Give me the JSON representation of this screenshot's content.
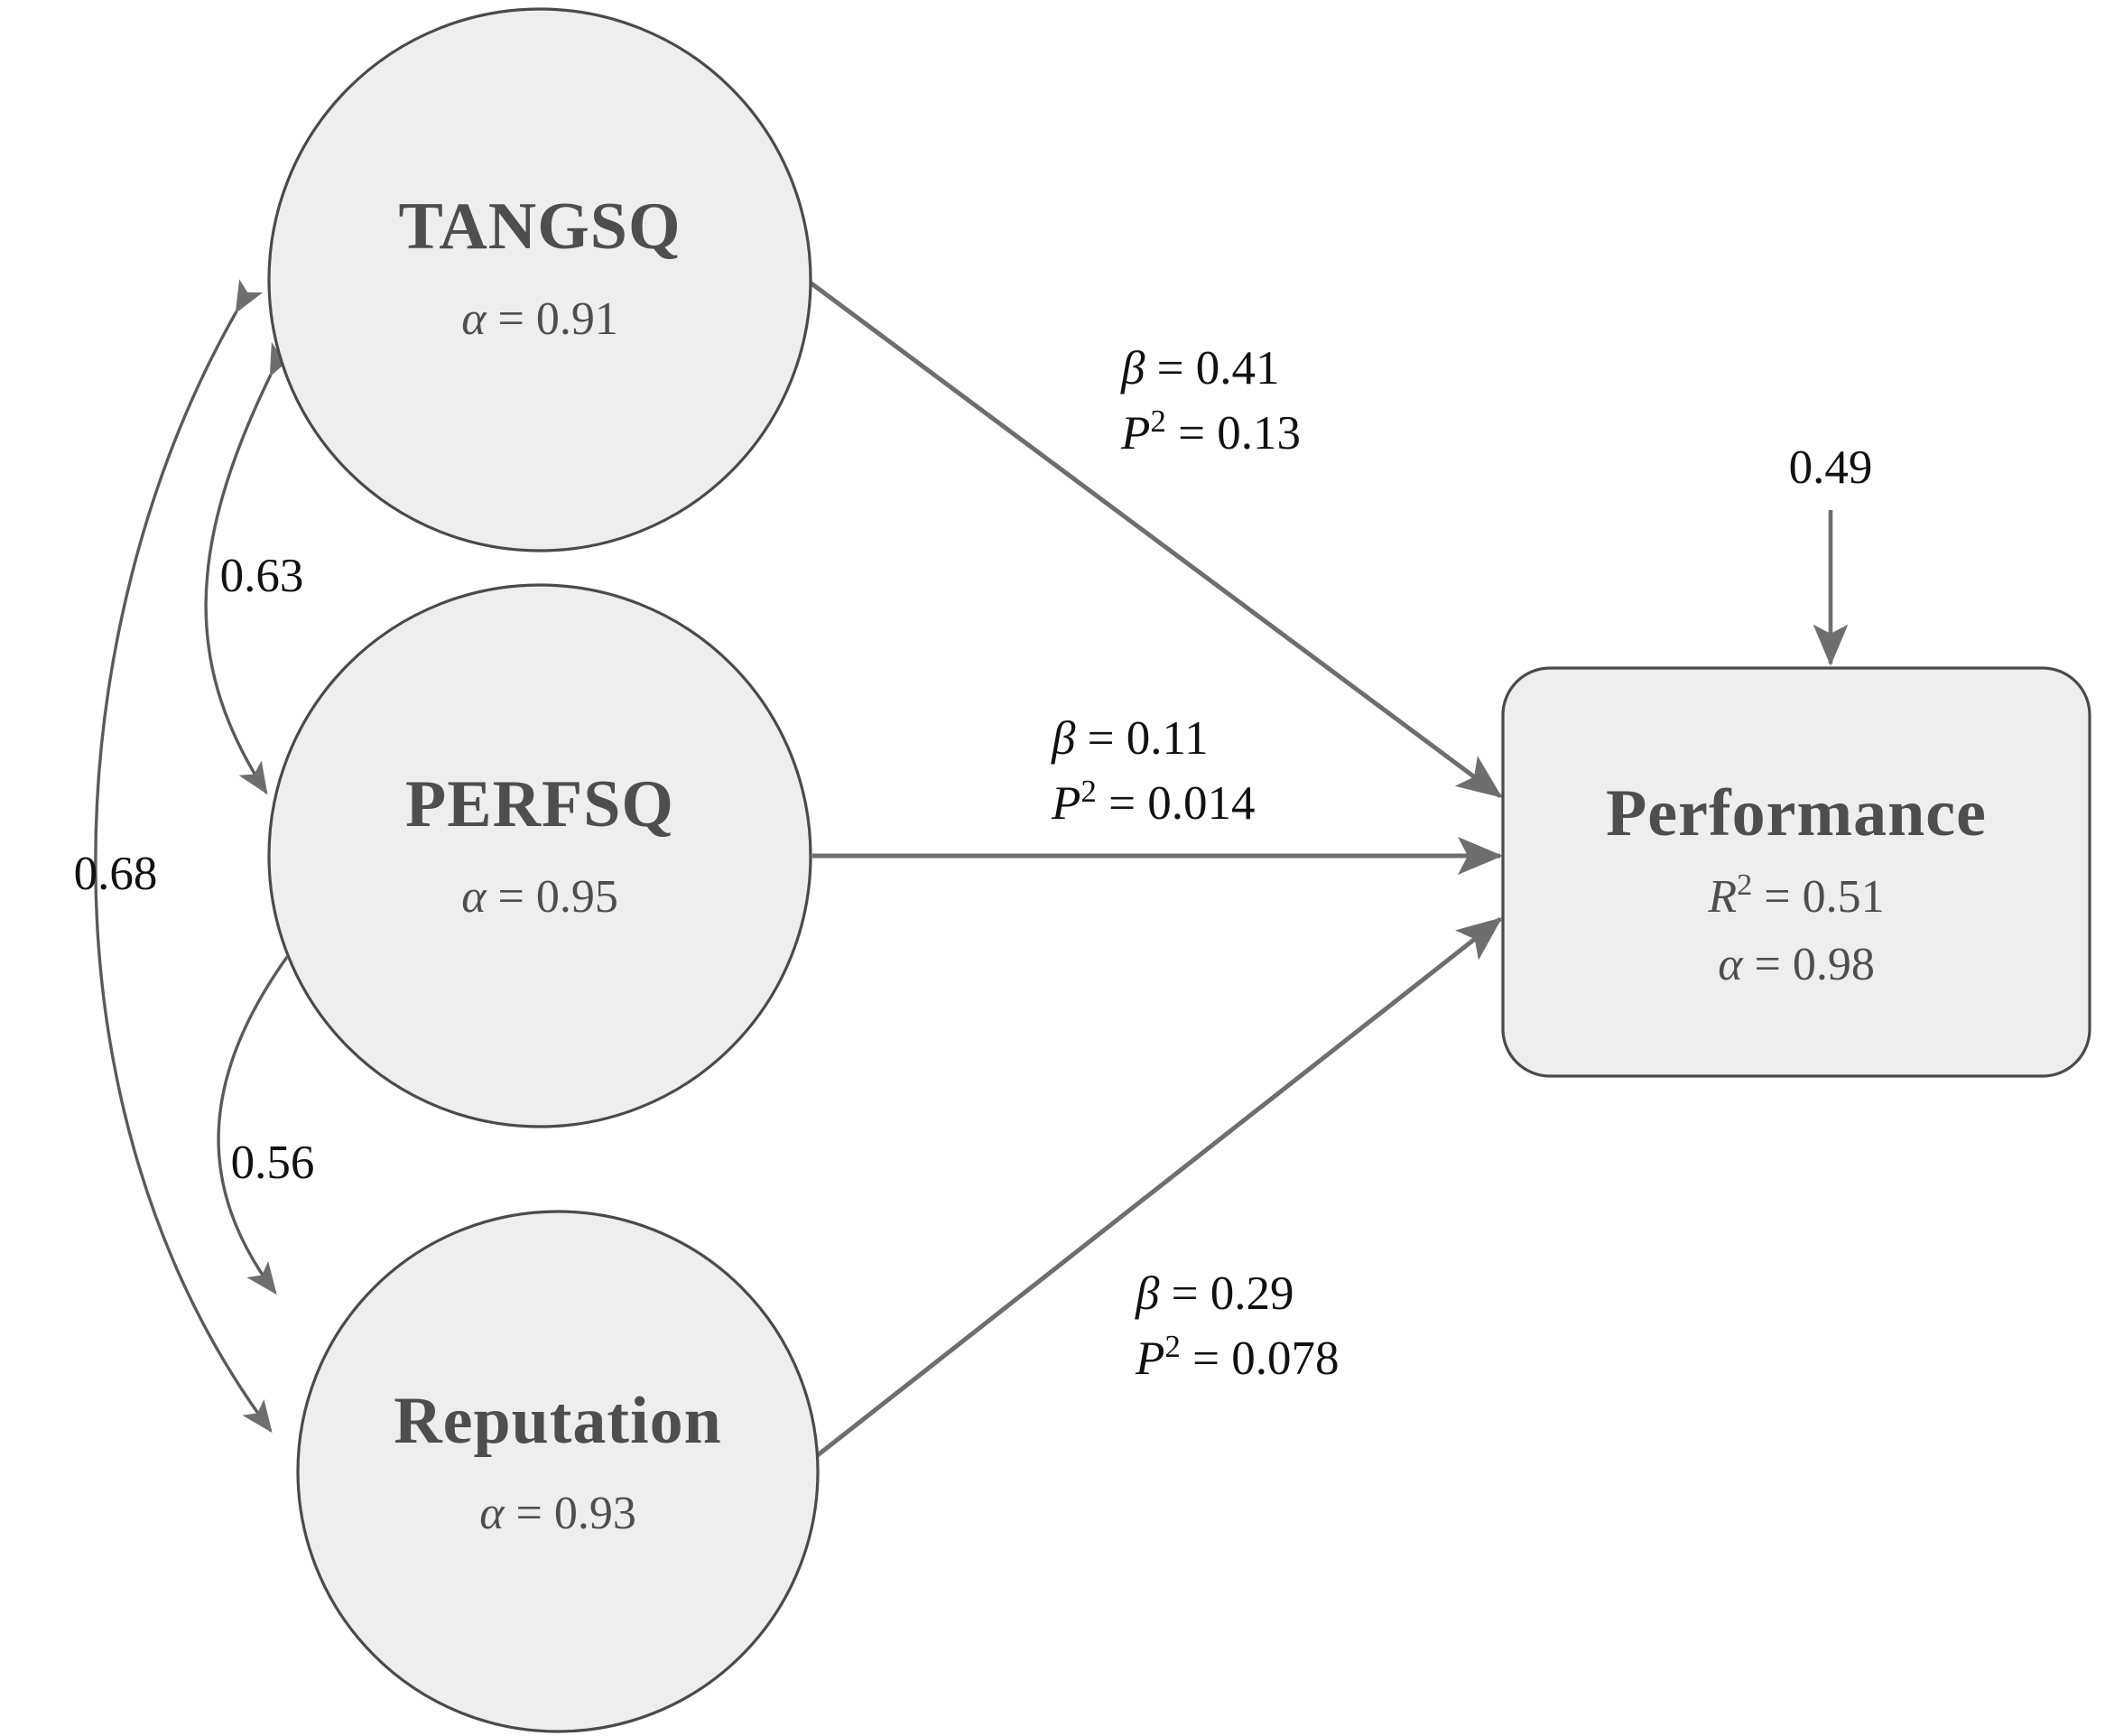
{
  "diagram": {
    "type": "structural-equation-model-path-diagram",
    "background_color": "#ffffff",
    "node_fill": "#eeeeee",
    "node_stroke": "#4a4a4a",
    "arrow_color": "#6e6e6e",
    "label_color": "#111111",
    "node_text_color": "#4e4e4e"
  },
  "nodes": [
    {
      "id": "tangsq",
      "label": "TANGSQ",
      "shape": "circle",
      "stat_symbol": "α",
      "stat_eq": " = ",
      "stat_value": "0.91",
      "stat_text": "α = 0.91"
    },
    {
      "id": "perfsq",
      "label": "PERFSQ",
      "shape": "circle",
      "stat_symbol": "α",
      "stat_eq": " = ",
      "stat_value": "0.95",
      "stat_text": "α = 0.95"
    },
    {
      "id": "reputation",
      "label": "Reputation",
      "shape": "circle",
      "stat_symbol": "α",
      "stat_eq": " = ",
      "stat_value": "0.93",
      "stat_text": "α = 0.93"
    },
    {
      "id": "performance",
      "label": "Performance",
      "shape": "rounded-rectangle",
      "r2_symbol": "R",
      "r2_value": "0.51",
      "r2_text": "R2 = 0.51",
      "alpha_symbol": "α",
      "alpha_value": "0.98",
      "alpha_text": "α = 0.98"
    }
  ],
  "paths": [
    {
      "id": "tangsq-to-performance",
      "from": "tangsq",
      "to": "performance",
      "beta_symbol": "β",
      "beta_value": "0.41",
      "beta_text": "β = 0.41",
      "p2_symbol": "P",
      "p2_value": "0.13",
      "p2_text": "P2 = 0.13"
    },
    {
      "id": "perfsq-to-performance",
      "from": "perfsq",
      "to": "performance",
      "beta_symbol": "β",
      "beta_value": "0.11",
      "beta_text": "β = 0.11",
      "p2_symbol": "P",
      "p2_value": "0.014",
      "p2_text": "P2 = 0.014"
    },
    {
      "id": "reputation-to-performance",
      "from": "reputation",
      "to": "performance",
      "beta_symbol": "β",
      "beta_value": "0.29",
      "beta_text": "β = 0.29",
      "p2_symbol": "P",
      "p2_value": "0.078",
      "p2_text": "P2 = 0.078"
    }
  ],
  "correlations": [
    {
      "id": "tangsq-perfsq",
      "between": [
        "tangsq",
        "perfsq"
      ],
      "value": "0.63"
    },
    {
      "id": "tangsq-reputation",
      "between": [
        "tangsq",
        "reputation"
      ],
      "value": "0.68"
    },
    {
      "id": "perfsq-reputation",
      "between": [
        "perfsq",
        "reputation"
      ],
      "value": "0.56"
    }
  ],
  "disturbance": {
    "id": "performance-disturbance",
    "target": "performance",
    "value": "0.49"
  },
  "chart_data": {
    "type": "diagram",
    "title": "",
    "latent_variables": [
      "TANGSQ",
      "PERFSQ",
      "Reputation"
    ],
    "outcome": "Performance",
    "reliability_alpha": {
      "TANGSQ": 0.91,
      "PERFSQ": 0.95,
      "Reputation": 0.93,
      "Performance": 0.98
    },
    "standardized_betas": {
      "TANGSQ->Performance": 0.41,
      "PERFSQ->Performance": 0.11,
      "Reputation->Performance": 0.29
    },
    "effect_sizes_P2": {
      "TANGSQ->Performance": 0.13,
      "PERFSQ->Performance": 0.014,
      "Reputation->Performance": 0.078
    },
    "correlations": {
      "TANGSQ<->PERFSQ": 0.63,
      "TANGSQ<->Reputation": 0.68,
      "PERFSQ<->Reputation": 0.56
    },
    "r_squared": {
      "Performance": 0.51
    },
    "disturbance": {
      "Performance": 0.49
    }
  }
}
